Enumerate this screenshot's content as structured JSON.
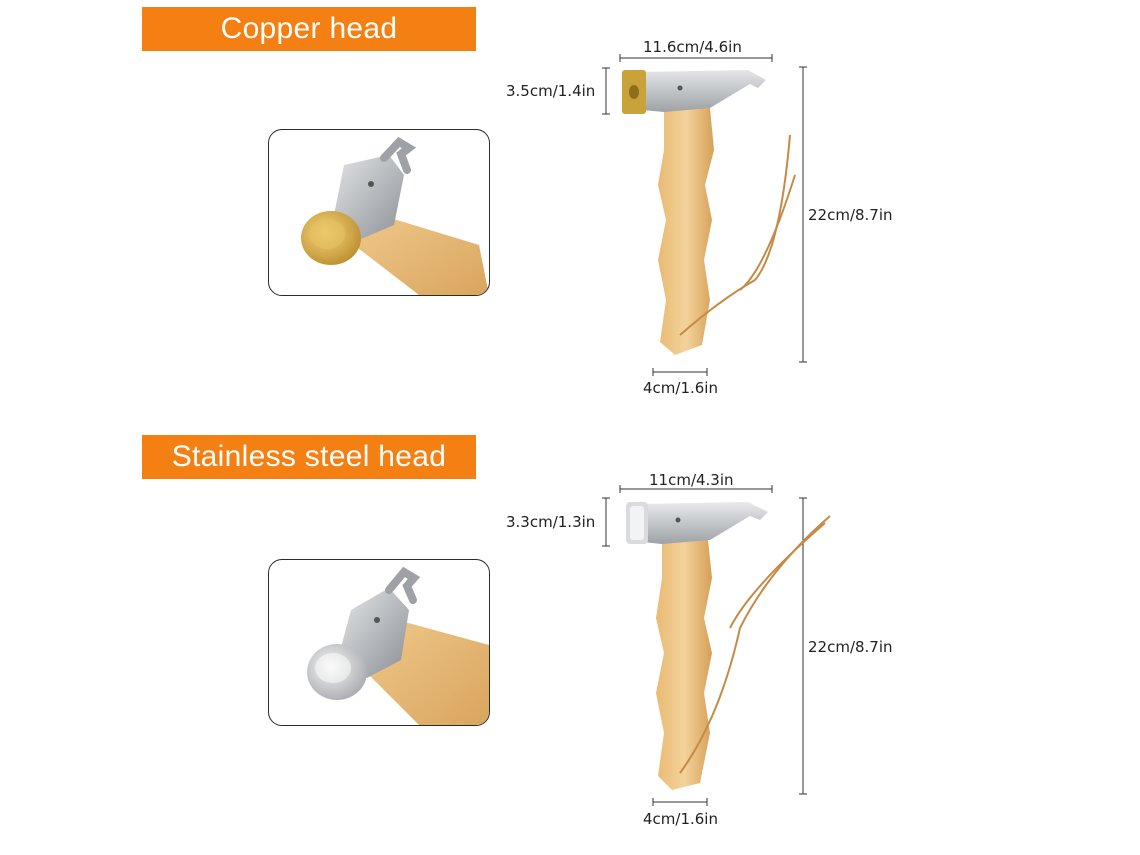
{
  "sections": [
    {
      "banner": "Copper head",
      "head_color": "#c9a23a",
      "dims": {
        "width": "11.6cm/4.6in",
        "head_height": "3.5cm/1.4in",
        "length": "22cm/8.7in",
        "handle_width": "4cm/1.6in"
      }
    },
    {
      "banner": "Stainless steel head",
      "head_color": "#c7c9cc",
      "dims": {
        "width": "11cm/4.3in",
        "head_height": "3.3cm/1.3in",
        "length": "22cm/8.7in",
        "handle_width": "4cm/1.6in"
      }
    }
  ],
  "colors": {
    "banner": "#f47f12",
    "wood": "#e3b06a",
    "steel": "#b9bcc0",
    "copper": "#c9a23a"
  }
}
